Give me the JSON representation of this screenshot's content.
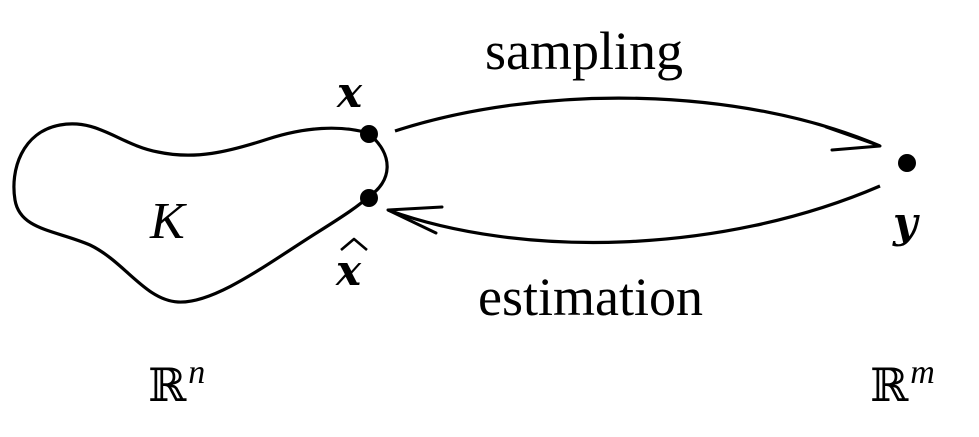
{
  "diagram": {
    "set_label": "K",
    "point_x": "x",
    "point_x_hat": "x",
    "point_y": "y",
    "arrow_top_label": "sampling",
    "arrow_bottom_label": "estimation",
    "space_left": {
      "symbol": "ℝ",
      "power": "n"
    },
    "space_right": {
      "symbol": "ℝ",
      "power": "m"
    }
  }
}
